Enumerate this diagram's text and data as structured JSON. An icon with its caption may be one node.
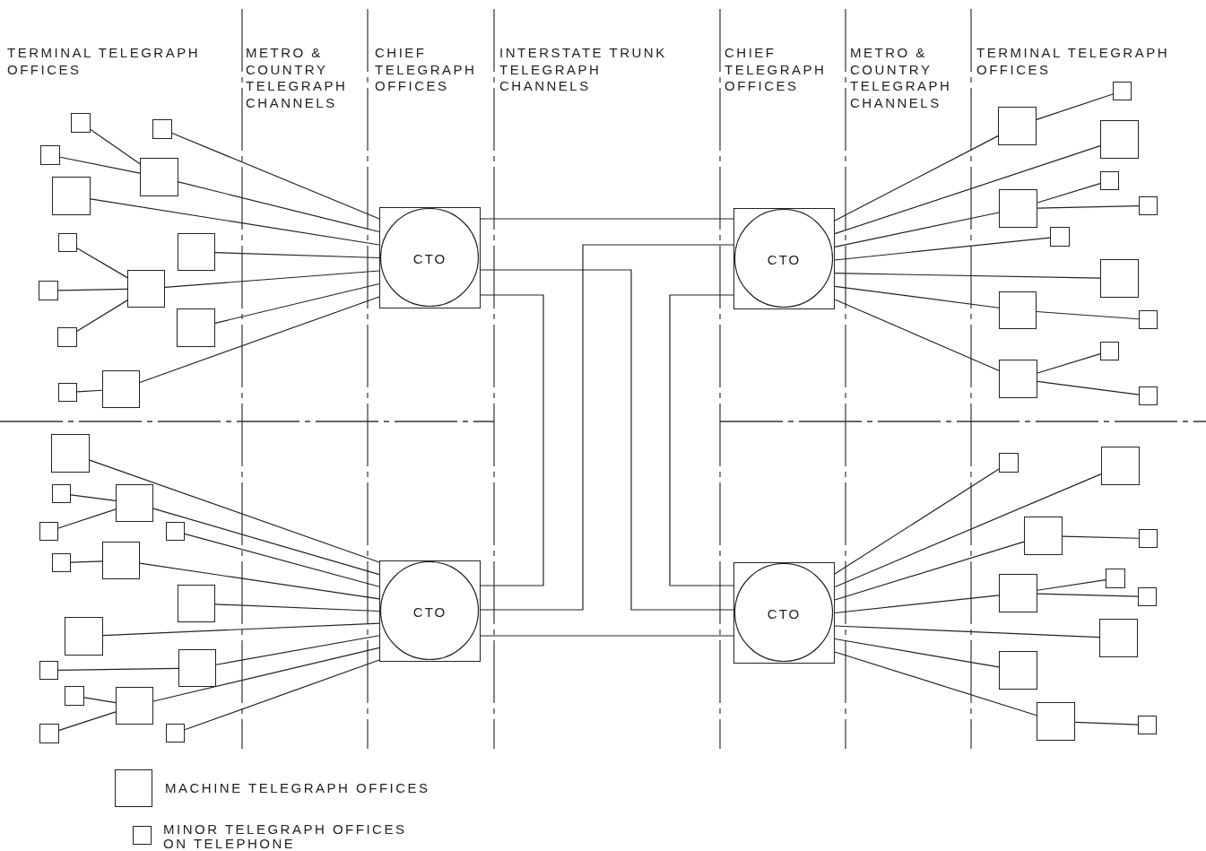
{
  "diagram": {
    "nodes": [
      {
        "text": [
          "CTO"
        ]
      },
      {
        "text": [
          "CTO"
        ]
      },
      {
        "text": [
          "CTO"
        ]
      },
      {
        "text": [
          "CTO"
        ]
      },
      {
        "text": [],
        "shape": "box"
      },
      {
        "text": [],
        "shape": "box"
      },
      {
        "text": [],
        "shape": "box"
      },
      {
        "text": [],
        "shape": "box"
      },
      {
        "text": [],
        "shape": "box"
      },
      {
        "text": [],
        "shape": "box"
      },
      {
        "text": [],
        "shape": "box"
      },
      {
        "text": [],
        "shape": "box"
      },
      {
        "text": [],
        "shape": "box"
      },
      {
        "text": [],
        "shape": "box"
      },
      {
        "text": [],
        "shape": "box"
      },
      {
        "text": [],
        "shape": "box"
      },
      {
        "text": [],
        "shape": "box"
      },
      {
        "text": [],
        "shape": "box"
      },
      {
        "text": [],
        "shape": "box"
      },
      {
        "text": [],
        "shape": "box"
      },
      {
        "text": [],
        "shape": "box"
      },
      {
        "text": [],
        "shape": "box"
      },
      {
        "text": [],
        "shape": "box"
      },
      {
        "text": [],
        "shape": "box"
      },
      {
        "text": [],
        "shape": "box"
      },
      {
        "text": [],
        "shape": "box"
      },
      {
        "text": [],
        "shape": "box"
      },
      {
        "text": [],
        "shape": "box"
      },
      {
        "text": [],
        "shape": "box"
      },
      {
        "text": [],
        "shape": "box"
      },
      {
        "text": [],
        "shape": "box"
      },
      {
        "text": [],
        "shape": "box"
      },
      {
        "text": [],
        "shape": "box"
      },
      {
        "text": [],
        "shape": "box"
      },
      {
        "text": [],
        "shape": "box"
      },
      {
        "text": [],
        "shape": "box"
      },
      {
        "text": [],
        "shape": "box"
      },
      {
        "text": [],
        "shape": "box"
      },
      {
        "text": [],
        "shape": "box"
      },
      {
        "text": [],
        "shape": "box"
      },
      {
        "text": [],
        "shape": "box"
      },
      {
        "text": [],
        "shape": "box"
      },
      {
        "text": [],
        "shape": "box"
      },
      {
        "text": [],
        "shape": "box"
      },
      {
        "text": [],
        "shape": "box"
      },
      {
        "text": [],
        "shape": "box"
      },
      {
        "text": [],
        "shape": "box"
      },
      {
        "text": [],
        "shape": "box"
      },
      {
        "text": [],
        "shape": "box"
      },
      {
        "text": [],
        "shape": "box"
      },
      {
        "text": [],
        "shape": "box"
      },
      {
        "text": [],
        "shape": "box"
      },
      {
        "text": [],
        "shape": "box"
      },
      {
        "text": [],
        "shape": "box"
      },
      {
        "text": [],
        "shape": "box"
      },
      {
        "text": [],
        "shape": "box"
      }
    ],
    "edges": [
      {
        "from": 0,
        "to": 1,
        "arrow": "none"
      },
      {
        "from": 1,
        "to": 2,
        "arrow": "none"
      },
      {
        "from": 0,
        "to": 3,
        "arrow": "none"
      },
      {
        "from": 0,
        "to": 2,
        "arrow": "none"
      },
      {
        "from": 1,
        "to": 3,
        "arrow": "none"
      },
      {
        "from": 2,
        "to": 3,
        "arrow": "none"
      },
      {
        "from": 4,
        "to": 7,
        "arrow": "none"
      },
      {
        "from": 5,
        "to": 0,
        "arrow": "none"
      },
      {
        "from": 6,
        "to": 7,
        "arrow": "none"
      },
      {
        "from": 7,
        "to": 0,
        "arrow": "none"
      },
      {
        "from": 8,
        "to": 0,
        "arrow": "none"
      },
      {
        "from": 9,
        "to": 11,
        "arrow": "none"
      },
      {
        "from": 10,
        "to": 0,
        "arrow": "none"
      },
      {
        "from": 11,
        "to": 0,
        "arrow": "none"
      },
      {
        "from": 12,
        "to": 11,
        "arrow": "none"
      },
      {
        "from": 13,
        "to": 11,
        "arrow": "none"
      },
      {
        "from": 14,
        "to": 0,
        "arrow": "none"
      },
      {
        "from": 15,
        "to": 16,
        "arrow": "none"
      },
      {
        "from": 16,
        "to": 0,
        "arrow": "none"
      },
      {
        "from": 17,
        "to": 18,
        "arrow": "none"
      },
      {
        "from": 18,
        "to": 1,
        "arrow": "none"
      },
      {
        "from": 19,
        "to": 1,
        "arrow": "none"
      },
      {
        "from": 20,
        "to": 21,
        "arrow": "none"
      },
      {
        "from": 21,
        "to": 1,
        "arrow": "none"
      },
      {
        "from": 22,
        "to": 21,
        "arrow": "none"
      },
      {
        "from": 23,
        "to": 1,
        "arrow": "none"
      },
      {
        "from": 24,
        "to": 1,
        "arrow": "none"
      },
      {
        "from": 25,
        "to": 1,
        "arrow": "none"
      },
      {
        "from": 26,
        "to": 25,
        "arrow": "none"
      },
      {
        "from": 27,
        "to": 28,
        "arrow": "none"
      },
      {
        "from": 28,
        "to": 1,
        "arrow": "none"
      },
      {
        "from": 29,
        "to": 28,
        "arrow": "none"
      },
      {
        "from": 30,
        "to": 2,
        "arrow": "none"
      },
      {
        "from": 31,
        "to": 32,
        "arrow": "none"
      },
      {
        "from": 32,
        "to": 2,
        "arrow": "none"
      },
      {
        "from": 33,
        "to": 32,
        "arrow": "none"
      },
      {
        "from": 34,
        "to": 2,
        "arrow": "none"
      },
      {
        "from": 35,
        "to": 36,
        "arrow": "none"
      },
      {
        "from": 36,
        "to": 2,
        "arrow": "none"
      },
      {
        "from": 37,
        "to": 2,
        "arrow": "none"
      },
      {
        "from": 38,
        "to": 2,
        "arrow": "none"
      },
      {
        "from": 39,
        "to": 40,
        "arrow": "none"
      },
      {
        "from": 40,
        "to": 2,
        "arrow": "none"
      },
      {
        "from": 41,
        "to": 42,
        "arrow": "none"
      },
      {
        "from": 42,
        "to": 2,
        "arrow": "none"
      },
      {
        "from": 43,
        "to": 42,
        "arrow": "none"
      },
      {
        "from": 44,
        "to": 2,
        "arrow": "none"
      },
      {
        "from": 45,
        "to": 3,
        "arrow": "none"
      },
      {
        "from": 46,
        "to": 3,
        "arrow": "none"
      },
      {
        "from": 47,
        "to": 3,
        "arrow": "none"
      },
      {
        "from": 48,
        "to": 47,
        "arrow": "none"
      },
      {
        "from": 49,
        "to": 50,
        "arrow": "none"
      },
      {
        "from": 50,
        "to": 3,
        "arrow": "none"
      },
      {
        "from": 51,
        "to": 50,
        "arrow": "none"
      },
      {
        "from": 52,
        "to": 3,
        "arrow": "none"
      },
      {
        "from": 53,
        "to": 3,
        "arrow": "none"
      },
      {
        "from": 54,
        "to": 3,
        "arrow": "none"
      },
      {
        "from": 55,
        "to": 54,
        "arrow": "none"
      }
    ],
    "labels": [
      "TERMINAL TELEGRAPH OFFICES",
      "METRO & COUNTRY TELEGRAPH CHANNELS",
      "CHIEF TELEGRAPH OFFICES",
      "INTERSTATE TRUNK TELEGRAPH CHANNELS",
      "CHIEF TELEGRAPH OFFICES",
      "METRO & COUNTRY TELEGRAPH CHANNELS",
      "TERMINAL TELEGRAPH OFFICES"
    ],
    "legend": [
      {
        "text": "MACHINE TELEGRAPH OFFICES"
      },
      {
        "text": "MINOR TELEGRAPH OFFICES ON TELEPHONE"
      }
    ]
  }
}
